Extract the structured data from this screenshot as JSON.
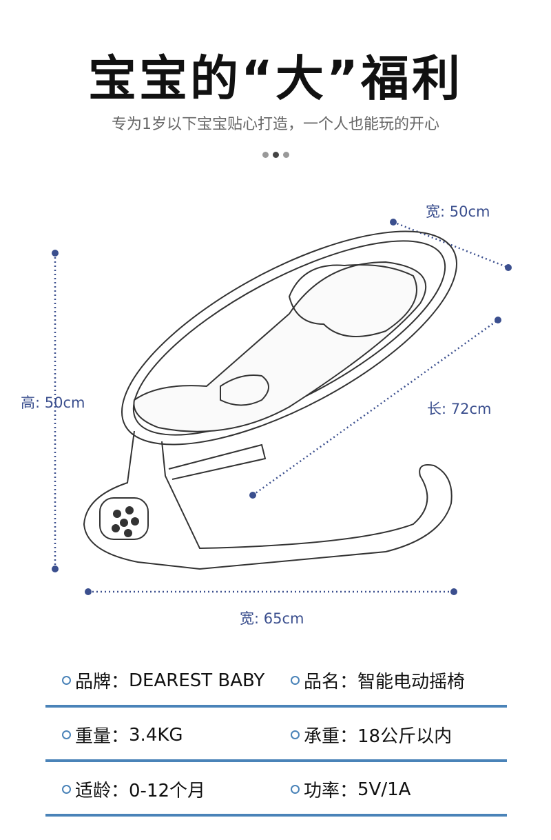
{
  "header": {
    "title": "宝宝的“大”福利",
    "subtitle": "专为1岁以下宝宝贴心打造，一个人也能玩的开心",
    "carousel": {
      "count": 3,
      "active_index": 1
    }
  },
  "dimensions": {
    "height": "高: 50cm",
    "width_bottom": "宽: 65cm",
    "width_top": "宽: 50cm",
    "length": "长: 72cm"
  },
  "specs": [
    {
      "label": "品牌：",
      "value": "DEAREST BABY"
    },
    {
      "label": "品名：",
      "value": "智能电动摇椅"
    },
    {
      "label": "重量：",
      "value": "3.4KG"
    },
    {
      "label": "承重：",
      "value": "18公斤以内"
    },
    {
      "label": "适龄：",
      "value": "0-12个月"
    },
    {
      "label": "功率：",
      "value": "5V/1A"
    }
  ],
  "colors": {
    "dimension": "#3b4f8e",
    "rule": "#4a83b8",
    "outline": "#333333"
  }
}
